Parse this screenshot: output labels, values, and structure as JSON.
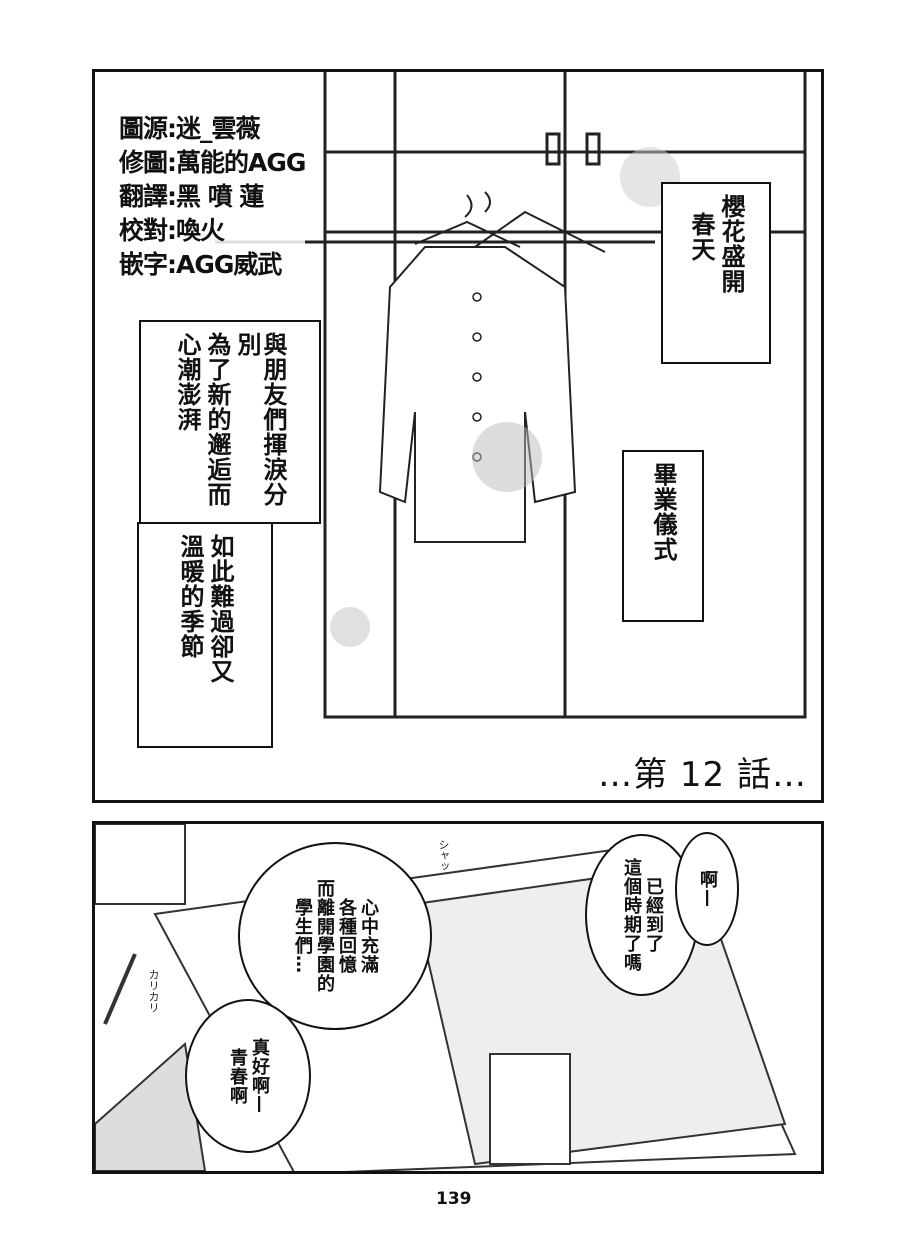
{
  "credits": [
    "圖源:迷_雲薇",
    "修圖:萬能的AGG",
    "翻譯:黑 噴 蓮",
    "校對:喚火",
    "嵌字:AGG威武"
  ],
  "captions": {
    "spring": [
      "櫻花盛開",
      "春天"
    ],
    "farewell": [
      "與朋友們揮淚分別",
      "為了新的邂逅而",
      "心潮澎湃"
    ],
    "season": [
      "如此難過卻又",
      "溫暖的季節"
    ],
    "graduation": [
      "畢業儀式"
    ]
  },
  "chapter": "…第 12 話…",
  "bubbles": {
    "students": [
      "心中充滿",
      "各種回憶",
      "而離開學園的",
      "學生們…"
    ],
    "youth": [
      "真好啊—",
      "青春啊"
    ],
    "time": [
      "已經到了",
      "這個時期了嗎"
    ],
    "ah": [
      "啊—"
    ]
  },
  "sfx": {
    "shutter": "シャッ",
    "scribble": "カリカリ"
  },
  "page_number": "139"
}
